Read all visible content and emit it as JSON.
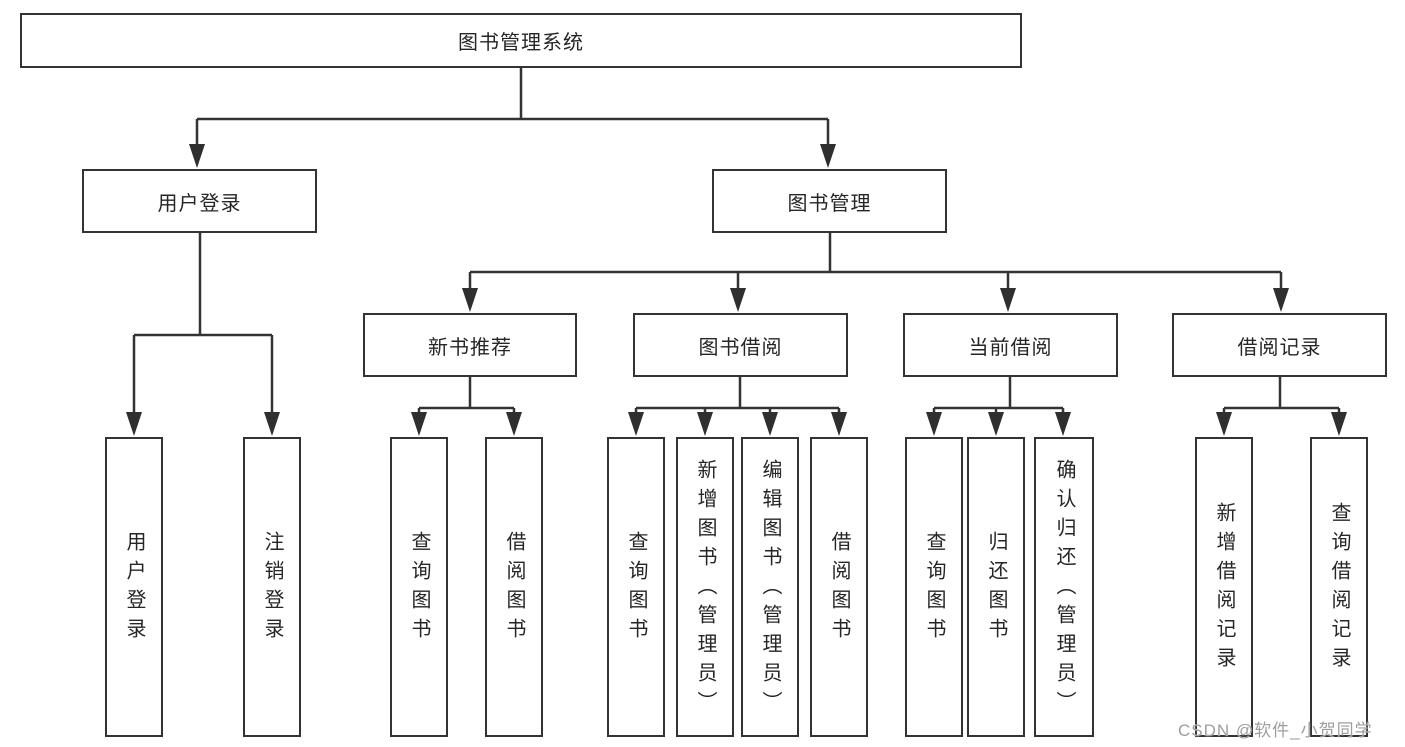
{
  "tree": {
    "root": {
      "label": "图书管理系统"
    },
    "level1": [
      {
        "label": "用户登录",
        "children": [
          {
            "label": "用户登录"
          },
          {
            "label": "注销登录"
          }
        ]
      },
      {
        "label": "图书管理",
        "children": [
          {
            "label": "新书推荐",
            "children": [
              {
                "label": "查询图书"
              },
              {
                "label": "借阅图书"
              }
            ]
          },
          {
            "label": "图书借阅",
            "children": [
              {
                "label": "查询图书"
              },
              {
                "label": "新增图书（管理员）"
              },
              {
                "label": "编辑图书（管理员）"
              },
              {
                "label": "借阅图书"
              }
            ]
          },
          {
            "label": "当前借阅",
            "children": [
              {
                "label": "查询图书"
              },
              {
                "label": "归还图书"
              },
              {
                "label": "确认归还（管理员）"
              }
            ]
          },
          {
            "label": "借阅记录",
            "children": [
              {
                "label": "新增借阅记录"
              },
              {
                "label": "查询借阅记录"
              }
            ]
          }
        ]
      }
    ]
  },
  "watermark": {
    "text": "CSDN @软件_小贺同学"
  },
  "colors": {
    "line": "#333333",
    "arrow": "#2f2f2f",
    "box_border": "#333333",
    "text": "#262626",
    "watermark": "#9e9e9e",
    "background": "#ffffff"
  }
}
